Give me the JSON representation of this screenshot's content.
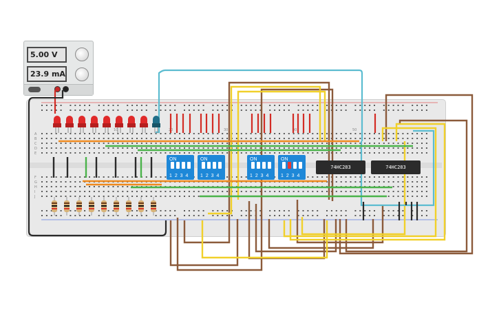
{
  "power_supply": {
    "voltage": "5.00 V",
    "current": "23.9 mA"
  },
  "dip_label": "ON",
  "dip_numbers": "1 2 3 4",
  "chips": [
    "74HC283",
    "74HC283"
  ],
  "board": {
    "row_letters_top": [
      "A",
      "B",
      "C",
      "D",
      "E"
    ],
    "row_letters_bottom": [
      "F",
      "G",
      "H",
      "I",
      "J"
    ],
    "col_marks": [
      "10",
      "20",
      "30",
      "40",
      "50"
    ],
    "led_colors": [
      "red",
      "red",
      "red",
      "red",
      "red",
      "red",
      "red",
      "red",
      "blue"
    ]
  },
  "colors": {
    "red_wire": "#d32b24",
    "orange_wire": "#ef8a1f",
    "green_wire": "#4ab34a",
    "yellow_wire": "#f1d02a",
    "brown_wire": "#8b5a3a",
    "cyan_wire": "#5bbcd0",
    "black_wire": "#2a2a2a",
    "dip_blue": "#1e88d8",
    "chip_black": "#2b2b2b"
  }
}
